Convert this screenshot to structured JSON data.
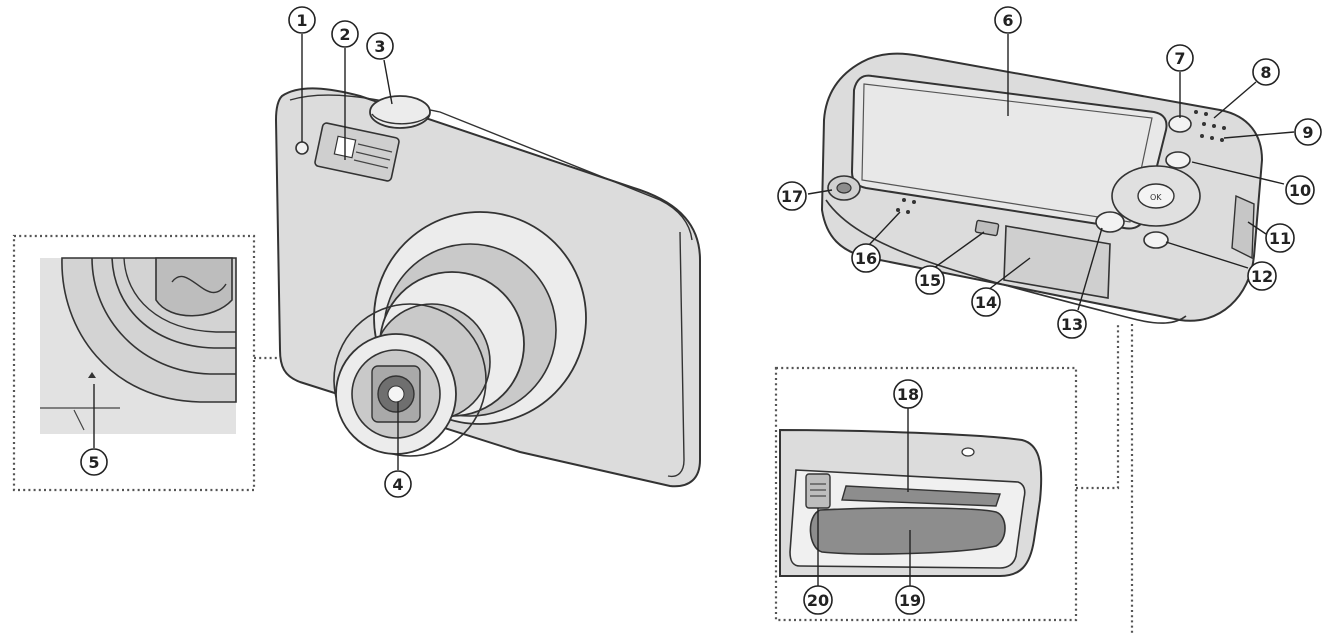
{
  "callouts": [
    {
      "id": "1",
      "label": "1"
    },
    {
      "id": "2",
      "label": "2"
    },
    {
      "id": "3",
      "label": "3"
    },
    {
      "id": "4",
      "label": "4"
    },
    {
      "id": "5",
      "label": "5"
    },
    {
      "id": "6",
      "label": "6"
    },
    {
      "id": "7",
      "label": "7"
    },
    {
      "id": "8",
      "label": "8"
    },
    {
      "id": "9",
      "label": "9"
    },
    {
      "id": "10",
      "label": "10"
    },
    {
      "id": "11",
      "label": "11"
    },
    {
      "id": "12",
      "label": "12"
    },
    {
      "id": "13",
      "label": "13"
    },
    {
      "id": "14",
      "label": "14"
    },
    {
      "id": "15",
      "label": "15"
    },
    {
      "id": "16",
      "label": "16"
    },
    {
      "id": "17",
      "label": "17"
    },
    {
      "id": "18",
      "label": "18"
    },
    {
      "id": "19",
      "label": "19"
    },
    {
      "id": "20",
      "label": "20"
    }
  ],
  "colors": {
    "line": "#222222",
    "body": "#dcdcdc",
    "screen": "#e8e8e8",
    "dark_part": "#8d8d8d"
  }
}
